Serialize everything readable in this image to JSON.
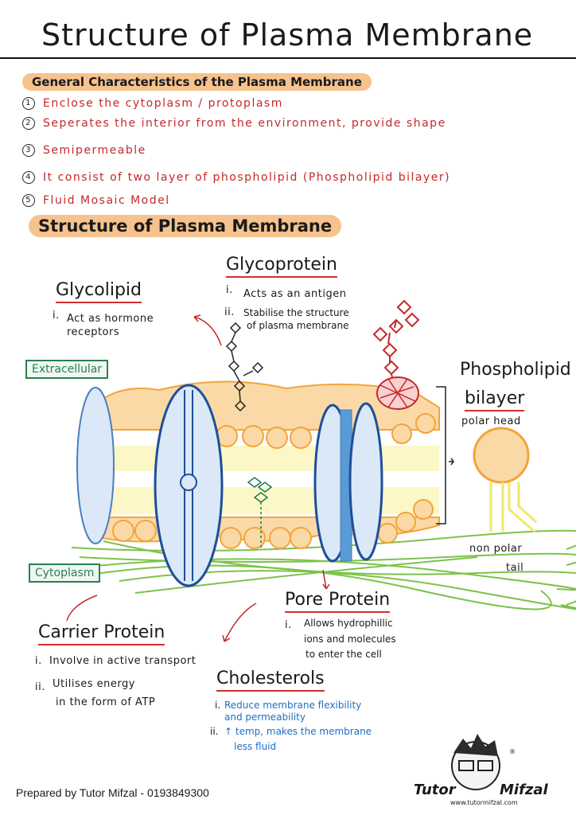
{
  "title": "Structure of Plasma Membrane",
  "general": {
    "heading": "General Characteristics of the Plasma Membrane",
    "points": [
      {
        "num": "1",
        "text": "Enclose the cytoplasm / protoplasm"
      },
      {
        "num": "2",
        "text": "Seperates the interior from the environment, provide shape"
      },
      {
        "num": "3",
        "text": "Semipermeable"
      },
      {
        "num": "4",
        "text": "It consist of two layer of phospholipid (Phospholipid bilayer)"
      },
      {
        "num": "5",
        "text": "Fluid Mosaic Model"
      }
    ]
  },
  "structure_heading": "Structure of Plasma Membrane",
  "glycolipid": {
    "title": "Glycolipid",
    "n1": "i.",
    "t1": "Act as hormone",
    "t1b": "receptors"
  },
  "glycoprotein": {
    "title": "Glycoprotein",
    "n1": "i.",
    "t1": "Acts as an antigen",
    "n2": "ii.",
    "t2": "Stabilise the structure",
    "t2b": "of plasma membrane"
  },
  "extracellular": "Extracellular",
  "cytoplasm": "Cytoplasm",
  "phospholipid": {
    "title1": "Phospholipid",
    "title2": "bilayer",
    "head": "polar head",
    "tail1": "non polar",
    "tail2": "tail"
  },
  "carrier": {
    "title": "Carrier Protein",
    "n1": "i.",
    "t1": "Involve in active transport",
    "n2": "ii.",
    "t2": "Utilises energy",
    "t2b": "in the form of ATP"
  },
  "pore": {
    "title": "Pore Protein",
    "n1": "i.",
    "t1": "Allows hydrophillic",
    "t1b": "ions and molecules",
    "t1c": "to enter the cell"
  },
  "cholesterol": {
    "title": "Cholesterols",
    "n1": "i.",
    "t1": "Reduce membrane flexibility",
    "t1b": "and permeability",
    "n2": "ii.",
    "t2": "↑ temp, makes the membrane",
    "t2b": "less fluid"
  },
  "footer": "Prepared by Tutor Mifzal - 0193849300",
  "logo": {
    "name1": "Tutor",
    "name2": "Mifzal",
    "url": "www.tutormifzal.com",
    "mark": "®"
  },
  "colors": {
    "head": "#f3a43a",
    "head_fill": "#fbd9a6",
    "tail": "#efe86a",
    "protein": "#1e4f9a",
    "protein_fill": "#dbe8f7",
    "red": "#c62828",
    "green_fiber": "#7cc24a",
    "box": "#2e7d55"
  }
}
